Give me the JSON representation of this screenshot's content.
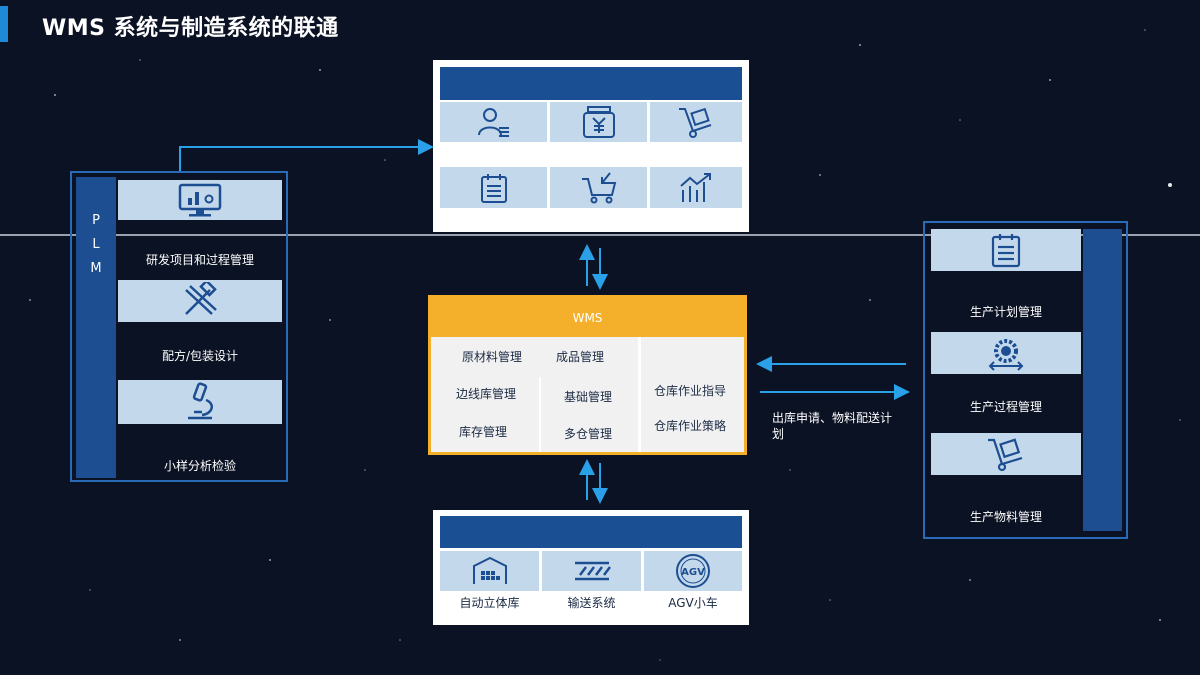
{
  "title": "WMS 系统与制造系统的联通",
  "plm": {
    "letters": [
      "P",
      "L",
      "M"
    ],
    "items": [
      {
        "icon": "chart-monitor-icon",
        "label": "研发项目和过程管理"
      },
      {
        "icon": "design-tools-icon",
        "label": "配方/包装设计"
      },
      {
        "icon": "microscope-icon",
        "label": "小样分析检验"
      }
    ]
  },
  "erp": {
    "icons": [
      "user-list-icon",
      "yuan-cash-icon",
      "hand-truck-icon",
      "checklist-icon",
      "shopping-cart-icon",
      "growth-chart-icon"
    ]
  },
  "wms": {
    "title": "WMS",
    "modules": [
      "原材料管理",
      "成品管理",
      "边线库管理",
      "基础管理",
      "库存管理",
      "多仓管理",
      "仓库作业指导",
      "仓库作业策略"
    ]
  },
  "automation": {
    "items": [
      {
        "icon": "warehouse-icon",
        "label": "自动立体库"
      },
      {
        "icon": "conveyor-icon",
        "label": "输送系统"
      },
      {
        "icon": "agv-icon",
        "label": "AGV小车"
      }
    ]
  },
  "mes": {
    "items": [
      {
        "icon": "checklist-icon",
        "label": "生产计划管理"
      },
      {
        "icon": "gear-process-icon",
        "label": "生产过程管理"
      },
      {
        "icon": "hand-truck-icon",
        "label": "生产物料管理"
      }
    ]
  },
  "flow": {
    "mes_to_wms": "出库申请、物料配送计划"
  }
}
